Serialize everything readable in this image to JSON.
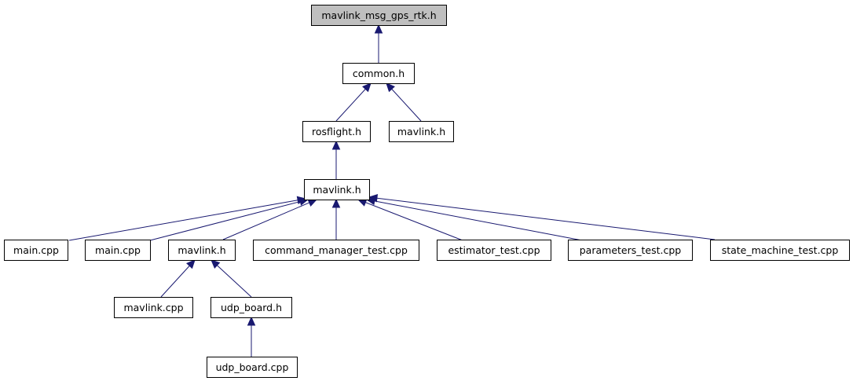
{
  "graph": {
    "nodes": [
      {
        "id": "n0",
        "label": "mavlink_msg_gps_rtk.h",
        "root": true
      },
      {
        "id": "n1",
        "label": "common.h"
      },
      {
        "id": "n2",
        "label": "rosflight.h"
      },
      {
        "id": "n3",
        "label": "mavlink.h"
      },
      {
        "id": "n4",
        "label": "mavlink.h"
      },
      {
        "id": "n5",
        "label": "main.cpp"
      },
      {
        "id": "n6",
        "label": "main.cpp"
      },
      {
        "id": "n7",
        "label": "mavlink.h"
      },
      {
        "id": "n8",
        "label": "command_manager_test.cpp"
      },
      {
        "id": "n9",
        "label": "estimator_test.cpp"
      },
      {
        "id": "n10",
        "label": "parameters_test.cpp"
      },
      {
        "id": "n11",
        "label": "state_machine_test.cpp"
      },
      {
        "id": "n12",
        "label": "mavlink.cpp"
      },
      {
        "id": "n13",
        "label": "udp_board.h"
      },
      {
        "id": "n14",
        "label": "udp_board.cpp"
      }
    ],
    "edges": [
      {
        "from": "n1",
        "to": "n0"
      },
      {
        "from": "n2",
        "to": "n1"
      },
      {
        "from": "n3",
        "to": "n1"
      },
      {
        "from": "n4",
        "to": "n2"
      },
      {
        "from": "n5",
        "to": "n4"
      },
      {
        "from": "n6",
        "to": "n4"
      },
      {
        "from": "n7",
        "to": "n4"
      },
      {
        "from": "n8",
        "to": "n4"
      },
      {
        "from": "n9",
        "to": "n4"
      },
      {
        "from": "n10",
        "to": "n4"
      },
      {
        "from": "n11",
        "to": "n4"
      },
      {
        "from": "n12",
        "to": "n7"
      },
      {
        "from": "n13",
        "to": "n7"
      },
      {
        "from": "n14",
        "to": "n13"
      }
    ]
  }
}
